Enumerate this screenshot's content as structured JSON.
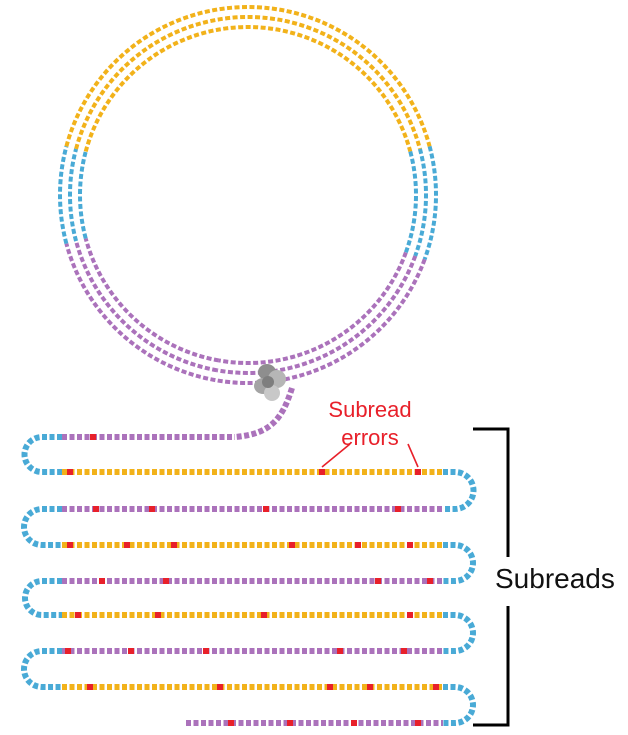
{
  "labels": {
    "subread_errors_line1": "Subread",
    "subread_errors_line2": "errors",
    "subreads": "Subreads"
  },
  "colors": {
    "insert": "#f2b21a",
    "adapter": "#49aad6",
    "complement": "#ab72bb",
    "error": "#e8202a",
    "polymerase": "#9a9a9a",
    "bracket": "#000000"
  },
  "icons": {
    "polymerase": "polymerase-blob-icon"
  }
}
